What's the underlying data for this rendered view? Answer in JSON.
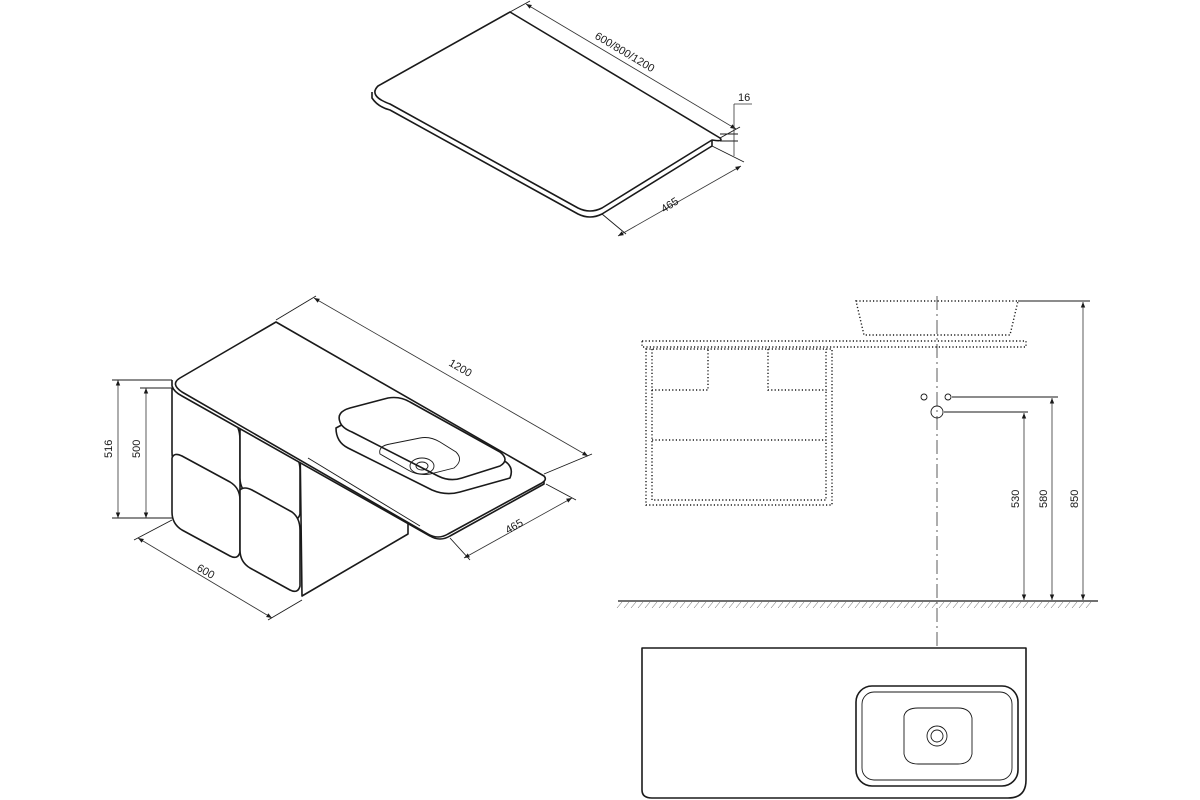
{
  "top_panel": {
    "length_label": "600/800/1200",
    "thickness_label": "16",
    "depth_label": "465"
  },
  "perspective": {
    "length_label": "1200",
    "depth_label": "465",
    "width_label": "600",
    "height_outer_label": "516",
    "height_inner_label": "500"
  },
  "elevation": {
    "dim_530": "530",
    "dim_580": "580",
    "dim_850": "850"
  }
}
